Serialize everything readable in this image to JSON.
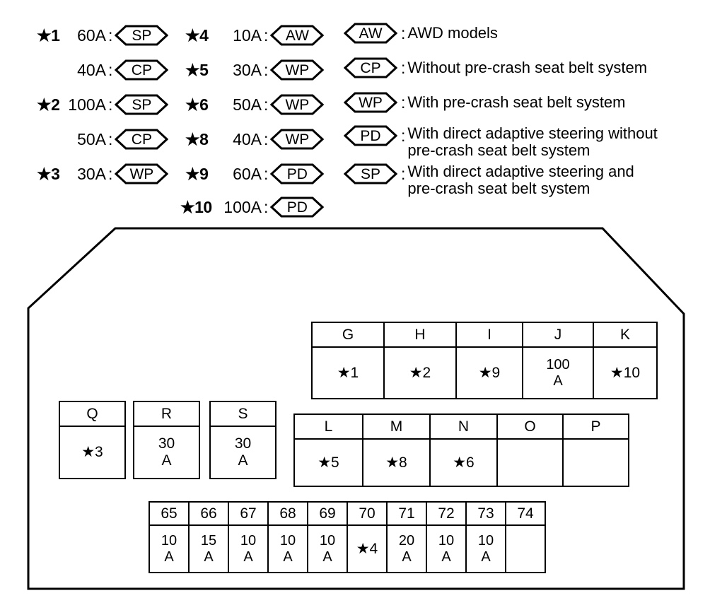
{
  "footnotes_left": [
    {
      "marker": "★1",
      "rating": "60A",
      "badge": "SP"
    },
    {
      "marker": "",
      "rating": "40A",
      "badge": "CP"
    },
    {
      "marker": "★2",
      "rating": "100A",
      "badge": "SP"
    },
    {
      "marker": "",
      "rating": "50A",
      "badge": "CP"
    },
    {
      "marker": "★3",
      "rating": "30A",
      "badge": "WP"
    }
  ],
  "footnotes_mid": [
    {
      "marker": "★4",
      "rating": "10A",
      "badge": "AW"
    },
    {
      "marker": "★5",
      "rating": "30A",
      "badge": "WP"
    },
    {
      "marker": "★6",
      "rating": "50A",
      "badge": "WP"
    },
    {
      "marker": "★8",
      "rating": "40A",
      "badge": "WP"
    },
    {
      "marker": "★9",
      "rating": "60A",
      "badge": "PD"
    },
    {
      "marker": "★10",
      "rating": "100A",
      "badge": "PD"
    }
  ],
  "legend": [
    {
      "badge": "AW",
      "line1": "AWD models",
      "line2": ""
    },
    {
      "badge": "CP",
      "line1": "Without pre-crash seat belt system",
      "line2": ""
    },
    {
      "badge": "WP",
      "line1": "With pre-crash seat belt system",
      "line2": ""
    },
    {
      "badge": "PD",
      "line1": "With direct adaptive steering without",
      "line2": "pre-crash seat belt system"
    },
    {
      "badge": "SP",
      "line1": "With direct adaptive steering and",
      "line2": "pre-crash seat belt system"
    }
  ],
  "colon": ":",
  "table_gk": {
    "headers": [
      "G",
      "H",
      "I",
      "J",
      "K"
    ],
    "values": [
      "★1",
      "★2",
      "★9",
      "100\nA",
      "★10"
    ]
  },
  "table_lp": {
    "headers": [
      "L",
      "M",
      "N",
      "O",
      "P"
    ],
    "values": [
      "★5",
      "★8",
      "★6",
      "",
      ""
    ]
  },
  "boxes_qrs": [
    {
      "header": "Q",
      "value": "★3"
    },
    {
      "header": "R",
      "value": "30\nA"
    },
    {
      "header": "S",
      "value": "30\nA"
    }
  ],
  "table_numbered": {
    "headers": [
      "65",
      "66",
      "67",
      "68",
      "69",
      "70",
      "71",
      "72",
      "73",
      "74"
    ],
    "values": [
      "10\nA",
      "15\nA",
      "10\nA",
      "10\nA",
      "10\nA",
      "★4",
      "20\nA",
      "10\nA",
      "10\nA",
      ""
    ]
  },
  "colors": {
    "line": "#000000",
    "background": "#ffffff"
  }
}
